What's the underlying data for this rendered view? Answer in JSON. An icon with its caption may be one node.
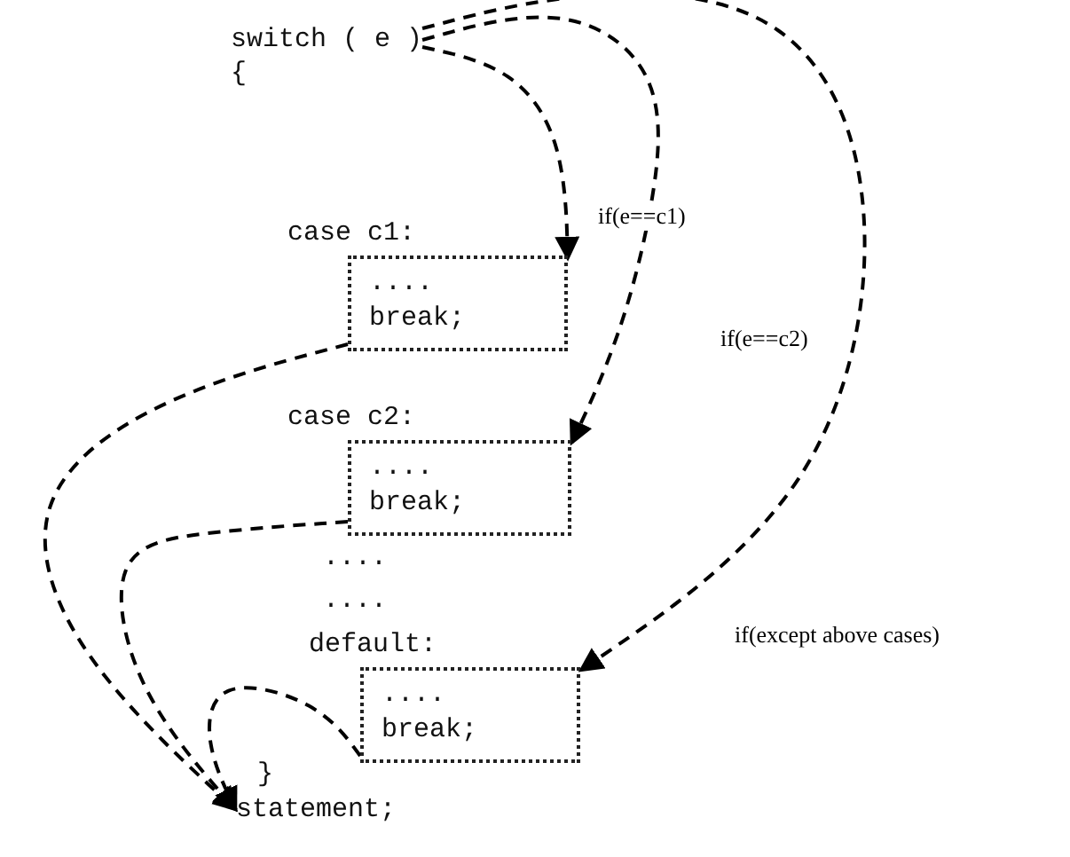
{
  "diagram": {
    "nodes": [
      {
        "text": [
          "switch ( e )"
        ]
      },
      {
        "text": [
          "case c1:",
          "....",
          "break;"
        ]
      },
      {
        "text": [
          "case c2:",
          "....",
          "break;"
        ]
      },
      {
        "text": [
          "default:",
          "....",
          "break;"
        ]
      },
      {
        "text": [
          "statement;"
        ]
      }
    ],
    "edges": [
      {
        "from": 0,
        "to": 1,
        "arrow": "to",
        "label": "if(e==c1)",
        "style": "dashed"
      },
      {
        "from": 0,
        "to": 2,
        "arrow": "to",
        "label": "if(e==c2)",
        "style": "dashed"
      },
      {
        "from": 0,
        "to": 3,
        "arrow": "to",
        "label": "if(except above cases)",
        "style": "dashed"
      },
      {
        "from": 1,
        "to": 4,
        "arrow": "to",
        "style": "dashed"
      },
      {
        "from": 2,
        "to": 4,
        "arrow": "to",
        "style": "dashed"
      },
      {
        "from": 3,
        "to": 4,
        "arrow": "to",
        "style": "dashed"
      }
    ],
    "labels": [
      "{",
      "....",
      "....",
      "}"
    ]
  }
}
